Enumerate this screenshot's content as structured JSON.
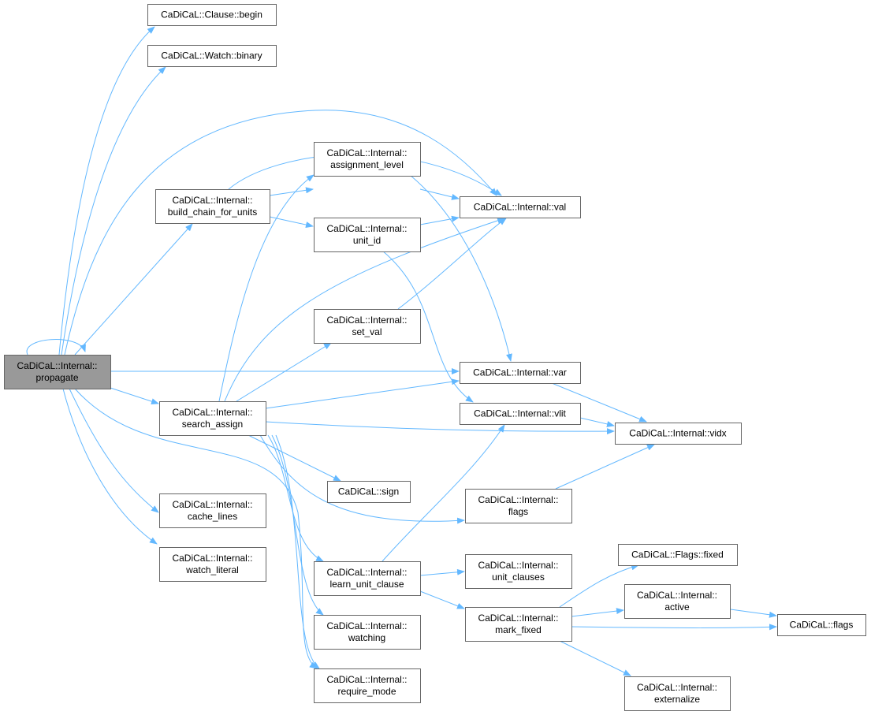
{
  "graph": {
    "title": "Call graph of CaDiCaL::Internal::propagate",
    "edge_color": "#63b8ff",
    "root_fill": "#999999",
    "nodes": [
      {
        "id": "propagate",
        "lines": [
          "CaDiCaL::Internal::",
          "propagate"
        ],
        "root": true
      },
      {
        "id": "clause_begin",
        "lines": [
          "CaDiCaL::Clause::begin"
        ]
      },
      {
        "id": "watch_binary",
        "lines": [
          "CaDiCaL::Watch::binary"
        ]
      },
      {
        "id": "build_chain_for_units",
        "lines": [
          "CaDiCaL::Internal::",
          "build_chain_for_units"
        ]
      },
      {
        "id": "assignment_level",
        "lines": [
          "CaDiCaL::Internal::",
          "assignment_level"
        ]
      },
      {
        "id": "unit_id",
        "lines": [
          "CaDiCaL::Internal::",
          "unit_id"
        ]
      },
      {
        "id": "val",
        "lines": [
          "CaDiCaL::Internal::val"
        ]
      },
      {
        "id": "set_val",
        "lines": [
          "CaDiCaL::Internal::",
          "set_val"
        ]
      },
      {
        "id": "var",
        "lines": [
          "CaDiCaL::Internal::var"
        ]
      },
      {
        "id": "vlit",
        "lines": [
          "CaDiCaL::Internal::vlit"
        ]
      },
      {
        "id": "vidx",
        "lines": [
          "CaDiCaL::Internal::vidx"
        ]
      },
      {
        "id": "search_assign",
        "lines": [
          "CaDiCaL::Internal::",
          "search_assign"
        ]
      },
      {
        "id": "sign",
        "lines": [
          "CaDiCaL::sign"
        ]
      },
      {
        "id": "internal_flags",
        "lines": [
          "CaDiCaL::Internal::",
          "flags"
        ]
      },
      {
        "id": "cache_lines",
        "lines": [
          "CaDiCaL::Internal::",
          "cache_lines"
        ]
      },
      {
        "id": "watch_literal",
        "lines": [
          "CaDiCaL::Internal::",
          "watch_literal"
        ]
      },
      {
        "id": "learn_unit_clause",
        "lines": [
          "CaDiCaL::Internal::",
          "learn_unit_clause"
        ]
      },
      {
        "id": "unit_clauses",
        "lines": [
          "CaDiCaL::Internal::",
          "unit_clauses"
        ]
      },
      {
        "id": "mark_fixed",
        "lines": [
          "CaDiCaL::Internal::",
          "mark_fixed"
        ]
      },
      {
        "id": "flags_fixed",
        "lines": [
          "CaDiCaL::Flags::fixed"
        ]
      },
      {
        "id": "active",
        "lines": [
          "CaDiCaL::Internal::",
          "active"
        ]
      },
      {
        "id": "cadical_flags",
        "lines": [
          "CaDiCaL::flags"
        ]
      },
      {
        "id": "externalize",
        "lines": [
          "CaDiCaL::Internal::",
          "externalize"
        ]
      },
      {
        "id": "watching",
        "lines": [
          "CaDiCaL::Internal::",
          "watching"
        ]
      },
      {
        "id": "require_mode",
        "lines": [
          "CaDiCaL::Internal::",
          "require_mode"
        ]
      }
    ],
    "edges": [
      [
        "propagate",
        "propagate"
      ],
      [
        "propagate",
        "clause_begin"
      ],
      [
        "propagate",
        "watch_binary"
      ],
      [
        "propagate",
        "val"
      ],
      [
        "propagate",
        "build_chain_for_units"
      ],
      [
        "propagate",
        "var"
      ],
      [
        "propagate",
        "search_assign"
      ],
      [
        "propagate",
        "cache_lines"
      ],
      [
        "propagate",
        "watch_literal"
      ],
      [
        "propagate",
        "require_mode"
      ],
      [
        "build_chain_for_units",
        "assignment_level"
      ],
      [
        "build_chain_for_units",
        "unit_id"
      ],
      [
        "build_chain_for_units",
        "val"
      ],
      [
        "assignment_level",
        "val"
      ],
      [
        "assignment_level",
        "var"
      ],
      [
        "unit_id",
        "val"
      ],
      [
        "unit_id",
        "vlit"
      ],
      [
        "set_val",
        "val"
      ],
      [
        "search_assign",
        "assignment_level"
      ],
      [
        "search_assign",
        "val"
      ],
      [
        "search_assign",
        "set_val"
      ],
      [
        "search_assign",
        "var"
      ],
      [
        "search_assign",
        "vidx"
      ],
      [
        "search_assign",
        "sign"
      ],
      [
        "search_assign",
        "internal_flags"
      ],
      [
        "search_assign",
        "learn_unit_clause"
      ],
      [
        "search_assign",
        "watching"
      ],
      [
        "search_assign",
        "require_mode"
      ],
      [
        "var",
        "vidx"
      ],
      [
        "vlit",
        "vidx"
      ],
      [
        "internal_flags",
        "vidx"
      ],
      [
        "learn_unit_clause",
        "vlit"
      ],
      [
        "learn_unit_clause",
        "unit_clauses"
      ],
      [
        "learn_unit_clause",
        "mark_fixed"
      ],
      [
        "mark_fixed",
        "flags_fixed"
      ],
      [
        "mark_fixed",
        "active"
      ],
      [
        "mark_fixed",
        "cadical_flags"
      ],
      [
        "mark_fixed",
        "externalize"
      ],
      [
        "active",
        "cadical_flags"
      ]
    ]
  }
}
